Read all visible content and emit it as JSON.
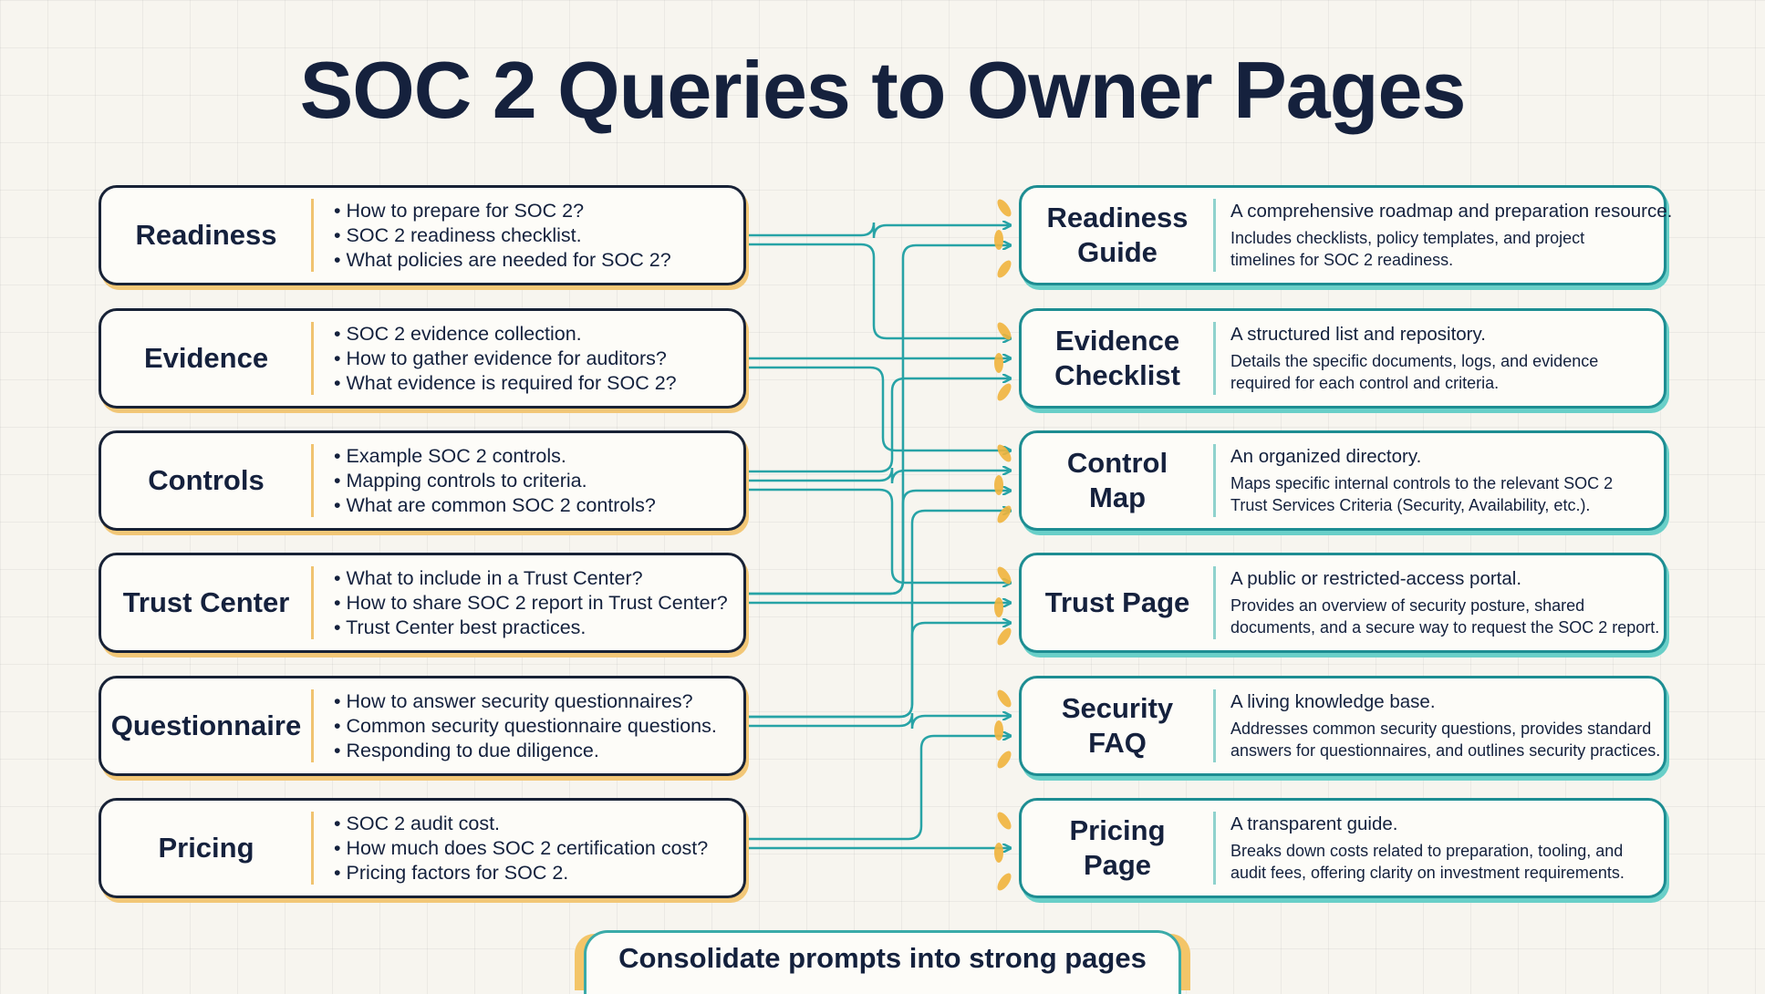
{
  "title": "SOC 2 Queries to Owner Pages",
  "queries": [
    {
      "name": "Readiness",
      "items": [
        "How to prepare for SOC 2?",
        "SOC 2 readiness checklist.",
        "What policies are needed for SOC 2?"
      ]
    },
    {
      "name": "Evidence",
      "items": [
        "SOC 2 evidence collection.",
        "How to gather evidence for auditors?",
        "What evidence is required for SOC 2?"
      ]
    },
    {
      "name": "Controls",
      "items": [
        "Example SOC 2 controls.",
        "Mapping controls to criteria.",
        "What are common SOC 2 controls?"
      ]
    },
    {
      "name": "Trust Center",
      "items": [
        "What to include in a Trust Center?",
        "How to share SOC 2 report in Trust Center?",
        "Trust Center best practices."
      ]
    },
    {
      "name": "Questionnaire",
      "items": [
        "How to answer security questionnaires?",
        "Common security questionnaire questions.",
        "Responding to due diligence."
      ]
    },
    {
      "name": "Pricing",
      "items": [
        "SOC 2 audit cost.",
        "How much does SOC 2 certification cost?",
        "Pricing factors for SOC 2."
      ]
    }
  ],
  "pages": [
    {
      "name_lines": [
        "Readiness",
        "Guide"
      ],
      "lead": "A comprehensive roadmap and preparation resource.",
      "body_lines": [
        "Includes checklists, policy templates, and project",
        "timelines for SOC 2 readiness."
      ]
    },
    {
      "name_lines": [
        "Evidence",
        "Checklist"
      ],
      "lead": "A structured list and repository.",
      "body_lines": [
        "Details the specific documents, logs, and evidence",
        "required for each control and criteria."
      ]
    },
    {
      "name_lines": [
        "Control",
        "Map"
      ],
      "lead": "An organized directory.",
      "body_lines": [
        "Maps specific internal controls to the relevant SOC 2",
        "Trust Services Criteria (Security, Availability, etc.)."
      ]
    },
    {
      "name_lines": [
        "Trust Page"
      ],
      "lead": "A public or restricted-access portal.",
      "body_lines": [
        "Provides an overview of security posture, shared",
        "documents, and a secure way to request the SOC 2 report."
      ]
    },
    {
      "name_lines": [
        "Security",
        "FAQ"
      ],
      "lead": "A living knowledge base.",
      "body_lines": [
        "Addresses common security questions, provides standard",
        "answers for questionnaires, and outlines security practices."
      ]
    },
    {
      "name_lines": [
        "Pricing",
        "Page"
      ],
      "lead": "A transparent guide.",
      "body_lines": [
        "Breaks down costs related to preparation, tooling, and",
        "audit fees, offering clarity on investment requirements."
      ]
    }
  ],
  "connections": [
    [
      0,
      0
    ],
    [
      0,
      1
    ],
    [
      1,
      1
    ],
    [
      1,
      2
    ],
    [
      2,
      2
    ],
    [
      2,
      1
    ],
    [
      2,
      3
    ],
    [
      3,
      3
    ],
    [
      3,
      0
    ],
    [
      3,
      2
    ],
    [
      4,
      4
    ],
    [
      4,
      2
    ],
    [
      4,
      3
    ],
    [
      5,
      5
    ],
    [
      5,
      4
    ]
  ],
  "colors": {
    "navy": "#15213d",
    "teal": "#27a3a6",
    "amber": "#f2c777",
    "leaf": "#f0b43c"
  },
  "banner": "Consolidate prompts into strong pages"
}
